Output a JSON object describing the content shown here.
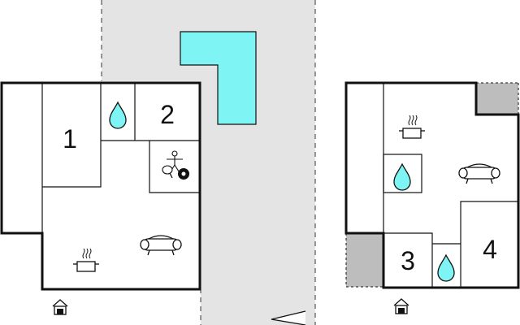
{
  "rooms": {
    "left": [
      {
        "label": "1"
      },
      {
        "label": "2"
      }
    ],
    "right": [
      {
        "label": "3"
      },
      {
        "label": "4"
      }
    ]
  },
  "colors": {
    "pool": "#7ff4f4",
    "terrace": "#bdbdbd",
    "path": "#e4e4e4",
    "wall": "#111111",
    "water": "#7ff4f4"
  },
  "icons": {
    "left": [
      "water-drop-icon",
      "games-icon",
      "sofa-icon",
      "cooking-pot-icon",
      "entrance-icon"
    ],
    "right": [
      "cooking-pot-icon",
      "water-drop-icon",
      "sofa-icon",
      "water-drop-icon",
      "entrance-icon"
    ]
  }
}
